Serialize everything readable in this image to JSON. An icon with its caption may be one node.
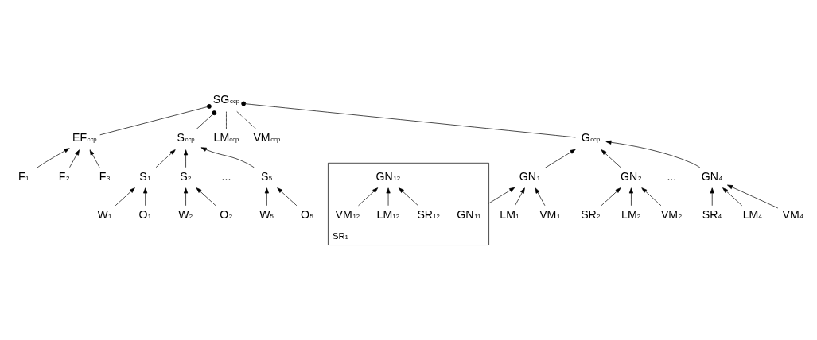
{
  "diagram": {
    "nodes": [
      {
        "text": [
          "SG$_{ccp}$"
        ]
      },
      {
        "text": [
          "EF$_{ccp}$"
        ]
      },
      {
        "text": [
          "S$_{ccp}$"
        ]
      },
      {
        "text": [
          "LM$_{ccp}$"
        ]
      },
      {
        "text": [
          "VM$_{ccp}$"
        ]
      },
      {
        "text": [
          "G$_{ccp}$"
        ]
      },
      {
        "text": [
          "F$_{1}$"
        ]
      },
      {
        "text": [
          "F$_{2}$"
        ]
      },
      {
        "text": [
          "F$_{3}$"
        ]
      },
      {
        "text": [
          "S$_{1}$"
        ]
      },
      {
        "text": [
          "S$_{2}$"
        ]
      },
      {
        "text": [
          "S$_{5}$"
        ]
      },
      {
        "text": [
          "W$_{1}$"
        ]
      },
      {
        "text": [
          "O$_{1}$"
        ]
      },
      {
        "text": [
          "W$_{2}$"
        ]
      },
      {
        "text": [
          "O$_{2}$"
        ]
      },
      {
        "text": [
          "W$_{5}$"
        ]
      },
      {
        "text": [
          "O$_{5}$"
        ]
      },
      {
        "text": [
          "GN$_{1}$"
        ]
      },
      {
        "text": [
          "GN$_{2}$"
        ]
      },
      {
        "text": [
          "GN$_{4}$"
        ]
      },
      {
        "text": [
          "SR$_{1}$"
        ]
      },
      {
        "text": [
          "GN$_{11}$"
        ],
        "in": 21
      },
      {
        "text": [
          "GN$_{12}$"
        ],
        "in": 21
      },
      {
        "text": [
          "SR$_{12}$"
        ],
        "in": 21
      },
      {
        "text": [
          "LM$_{12}$"
        ],
        "in": 21
      },
      {
        "text": [
          "VM$_{12}$"
        ],
        "in": 21
      },
      {
        "text": [
          "LM$_{1}$"
        ]
      },
      {
        "text": [
          "VM$_{1}$"
        ]
      },
      {
        "text": [
          "SR$_{2}$"
        ]
      },
      {
        "text": [
          "LM$_{2}$"
        ]
      },
      {
        "text": [
          "VM$_{2}$"
        ]
      },
      {
        "text": [
          "SR$_{4}$"
        ]
      },
      {
        "text": [
          "LM$_{4}$"
        ]
      },
      {
        "text": [
          "VM$_{4}$"
        ]
      }
    ],
    "edges": [
      {
        "from": 1,
        "to": 0,
        "arrow": "other"
      },
      {
        "from": 2,
        "to": 0,
        "arrow": "other"
      },
      {
        "from": 3,
        "to": 0,
        "arrow": "none",
        "style": "dashed"
      },
      {
        "from": 4,
        "to": 0,
        "arrow": "none",
        "style": "dashed"
      },
      {
        "from": 5,
        "to": 0,
        "arrow": "other"
      },
      {
        "from": 6,
        "to": 1,
        "arrow": "to"
      },
      {
        "from": 7,
        "to": 1,
        "arrow": "to"
      },
      {
        "from": 8,
        "to": 1,
        "arrow": "to"
      },
      {
        "from": 9,
        "to": 2,
        "arrow": "to"
      },
      {
        "from": 10,
        "to": 2,
        "arrow": "to"
      },
      {
        "from": 11,
        "to": 2,
        "arrow": "to"
      },
      {
        "from": 12,
        "to": 9,
        "arrow": "to"
      },
      {
        "from": 13,
        "to": 9,
        "arrow": "to"
      },
      {
        "from": 14,
        "to": 10,
        "arrow": "to"
      },
      {
        "from": 15,
        "to": 10,
        "arrow": "to"
      },
      {
        "from": 16,
        "to": 11,
        "arrow": "to"
      },
      {
        "from": 17,
        "to": 11,
        "arrow": "to"
      },
      {
        "from": 18,
        "to": 5,
        "arrow": "to"
      },
      {
        "from": 19,
        "to": 5,
        "arrow": "to"
      },
      {
        "from": 20,
        "to": 5,
        "arrow": "to"
      },
      {
        "from": 21,
        "to": 18,
        "arrow": "to"
      },
      {
        "from": 24,
        "to": 23,
        "arrow": "to"
      },
      {
        "from": 25,
        "to": 23,
        "arrow": "to"
      },
      {
        "from": 26,
        "to": 23,
        "arrow": "to"
      },
      {
        "from": 27,
        "to": 18,
        "arrow": "to"
      },
      {
        "from": 28,
        "to": 18,
        "arrow": "to"
      },
      {
        "from": 29,
        "to": 19,
        "arrow": "to"
      },
      {
        "from": 30,
        "to": 19,
        "arrow": "to"
      },
      {
        "from": 31,
        "to": 19,
        "arrow": "to"
      },
      {
        "from": 32,
        "to": 20,
        "arrow": "to"
      },
      {
        "from": 33,
        "to": 20,
        "arrow": "to"
      },
      {
        "from": 34,
        "to": 20,
        "arrow": "to"
      }
    ],
    "labels": [
      "...",
      "..."
    ]
  }
}
